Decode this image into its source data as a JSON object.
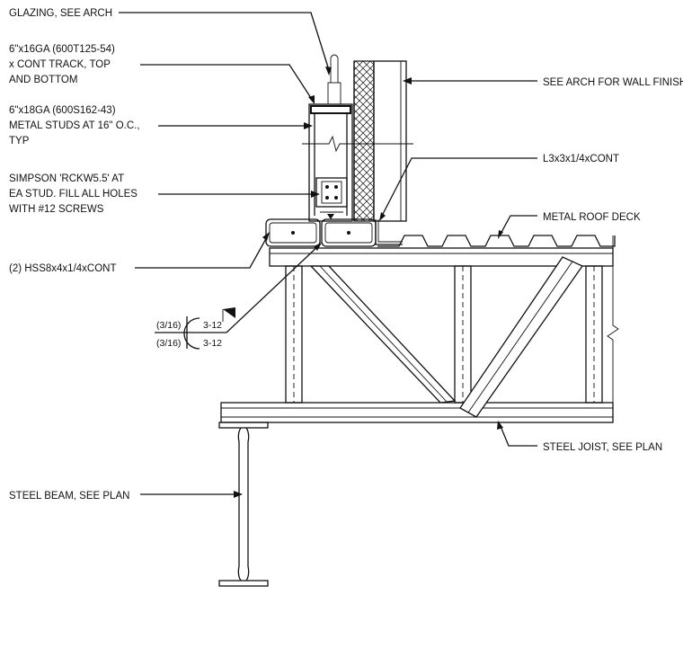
{
  "callouts": {
    "glazing": [
      "GLAZING, SEE ARCH"
    ],
    "track": [
      "6\"x16GA (600T125-54)",
      "x CONT TRACK, TOP",
      "AND BOTTOM"
    ],
    "studs": [
      "6\"x18GA (600S162-43)",
      "METAL STUDS AT 16\" O.C.,",
      "TYP"
    ],
    "simpson": [
      "SIMPSON 'RCKW5.5' AT",
      "EA STUD.  FILL ALL HOLES",
      "WITH #12 SCREWS"
    ],
    "hss": [
      "(2) HSS8x4x1/4xCONT"
    ],
    "wall_finish": [
      "SEE ARCH FOR WALL FINISH"
    ],
    "angle": [
      "L3x3x1/4xCONT"
    ],
    "roof_deck": [
      "METAL ROOF DECK"
    ],
    "joist": [
      "STEEL JOIST, SEE PLAN"
    ],
    "beam": [
      "STEEL BEAM, SEE PLAN"
    ]
  },
  "weld_symbol": {
    "top_paren": "(3/16)",
    "top_size": "3-12",
    "bottom_paren": "(3/16)",
    "bottom_size": "3-12"
  }
}
